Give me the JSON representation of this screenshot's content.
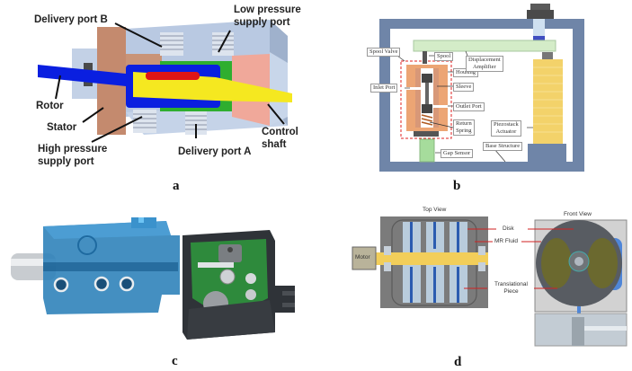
{
  "figure": {
    "panels": [
      {
        "id": "a",
        "caption": "a",
        "description": "Cutaway of rotary spool valve",
        "labels": {
          "delivery_port_b": "Delivery port B",
          "low_pressure_line1": "Low pressure",
          "low_pressure_line2": "supply port",
          "rotor": "Rotor",
          "stator": "Stator",
          "high_pressure_line1": "High pressure",
          "high_pressure_line2": "supply port",
          "delivery_port_a": "Delivery port A",
          "control_line1": "Control",
          "control_line2": "shaft"
        }
      },
      {
        "id": "b",
        "caption": "b",
        "description": "Piezostack-actuated spool valve schematic",
        "labels": {
          "spool_valve": "Spool Valve",
          "spool": "Spool",
          "housing": "Housing",
          "inlet_port": "Inlet Port",
          "sleeve": "Sleeve",
          "outlet_port": "Outlet Port",
          "return_line1": "Return",
          "return_line2": "Spring",
          "gap_sensor": "Gap Sensor",
          "displacement_line1": "Displacement",
          "displacement_line2": "Amplifier",
          "piezo_line1": "Piezostack",
          "piezo_line2": "Actuator",
          "base_structure": "Base Structure"
        }
      },
      {
        "id": "c",
        "caption": "c",
        "description": "Transparent valve body with electronics housing"
      },
      {
        "id": "d",
        "caption": "d",
        "description": "MR fluid valve top and front views",
        "labels": {
          "top_view": "Top View",
          "front_view": "Front View",
          "motor": "Motor",
          "disk": "Disk",
          "mr_fluid": "MR Fluid",
          "translational_line1": "Translational",
          "translational_line2": "Piece"
        }
      }
    ]
  },
  "colors": {
    "rotor_blue": "#0a1fe0",
    "shaft_yellow": "#f5e820",
    "stator_copper": "#c48a6e",
    "body_lightblue": "#b8c8e0",
    "seal_green": "#2fae2f",
    "core_red": "#e01515",
    "frame_slate": "#6f85a8",
    "piezo_yellow": "#f3d26a",
    "housing_orange": "#eca574",
    "amplifier_green": "#d4ecc8",
    "body_translucent": "#2a7fb8",
    "pcb_green": "#2e8a3c",
    "case_dark": "#2f3338",
    "mr_gray": "#7b7b7b",
    "mr_plate": "#b9ccdc",
    "mr_bar": "#2c5cb0",
    "mr_leader": "#d22222"
  }
}
